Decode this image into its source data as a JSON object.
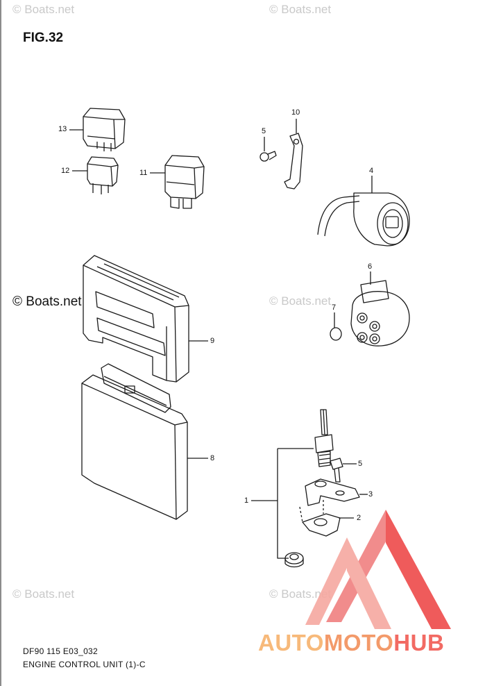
{
  "figure": {
    "title": "FIG.32"
  },
  "watermarks": [
    "© Boats.net",
    "© Boats.net",
    "© Boats.net",
    "© Boats.net",
    "© Boats.net",
    "© Boats.net"
  ],
  "watermark_main": "© Boats.net",
  "footer": {
    "code": "DF90 115 E03_032",
    "caption": "ENGINE CONTROL UNIT (1)-C"
  },
  "callouts": {
    "c13": "13",
    "c12": "12",
    "c11": "11",
    "c10": "10",
    "c5a": "5",
    "c4": "4",
    "c6": "6",
    "c7": "7",
    "c9": "9",
    "c8": "8",
    "c5b": "5",
    "c3": "3",
    "c2": "2",
    "c1": "1"
  },
  "brand": {
    "part1": "AUTO",
    "part2": "MOTO",
    "part3": "HUB"
  },
  "colors": {
    "line": "#1a1a1a",
    "logo_red": "#ee4a4a",
    "logo_light": "#f6a8a0"
  }
}
